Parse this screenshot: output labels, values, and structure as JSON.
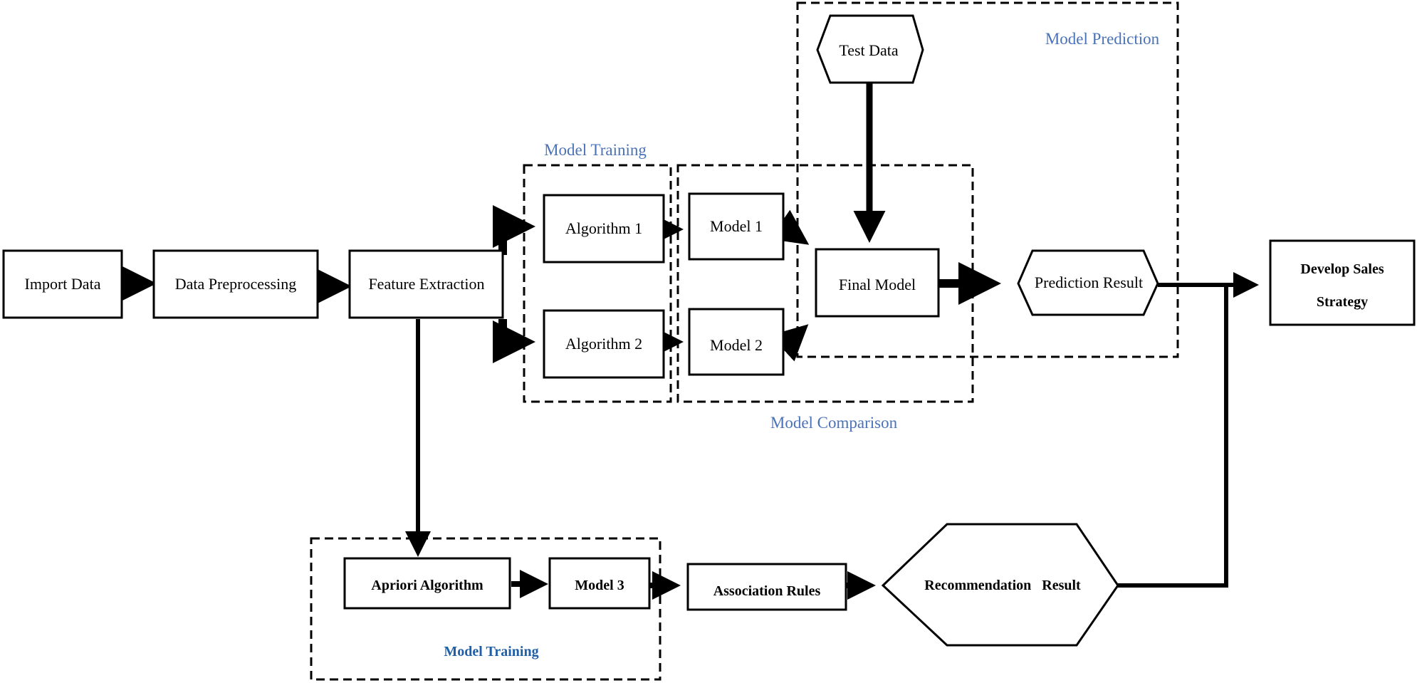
{
  "colors": {
    "group_label": "#4a72b8",
    "group_label_bold": "#1f5fa8",
    "stroke": "#000000"
  },
  "nodes": {
    "import_data": "Import Data",
    "data_preprocessing": "Data Preprocessing",
    "feature_extraction": "Feature Extraction",
    "algorithm_1": "Algorithm 1",
    "algorithm_2": "Algorithm 2",
    "model_1": "Model 1",
    "model_2": "Model 2",
    "test_data": "Test Data",
    "final_model": "Final Model",
    "prediction_result": "Prediction Result",
    "develop_sales_strategy_line1": "Develop Sales",
    "develop_sales_strategy_line2": "Strategy",
    "apriori_algorithm": "Apriori Algorithm",
    "model_3": "Model 3",
    "association_rules": "Association Rules",
    "recommendation_result": "Recommendation   Result"
  },
  "groups": {
    "model_training_top": "Model Training",
    "model_comparison": "Model Comparison",
    "model_prediction": "Model Prediction",
    "model_training_bottom": "Model Training"
  }
}
